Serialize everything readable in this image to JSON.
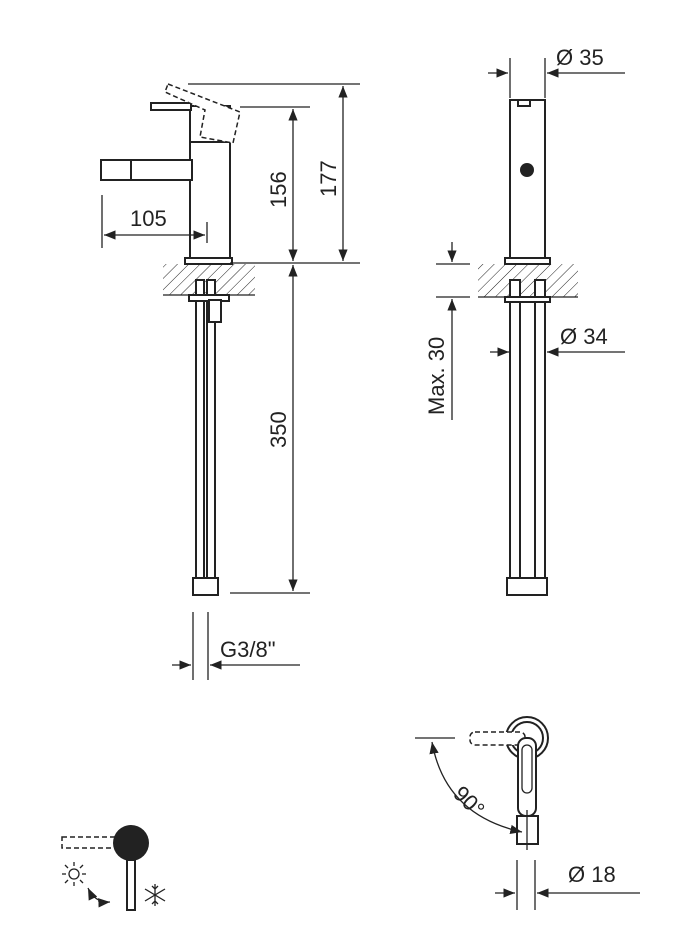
{
  "dimensions": {
    "spout_reach": "105",
    "body_height": "156",
    "total_height": "177",
    "hose_length": "350",
    "hose_thread": "G3/8\"",
    "body_diameter": "35",
    "max_counter_thickness": "Max. 30",
    "hole_diameter": "34",
    "handle_rotation": "90°",
    "spout_diameter": "18",
    "diameter_symbol": "Ø"
  },
  "icons": [
    "hot-sun-icon",
    "cold-snowflake-icon",
    "rotate-arrow-icon"
  ]
}
